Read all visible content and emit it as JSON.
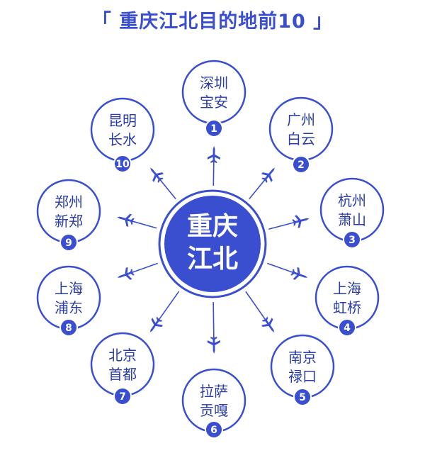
{
  "title": "「 重庆江北目的地前10 」",
  "center": {
    "line1": "重庆",
    "line2": "江北"
  },
  "colors": {
    "primary": "#3a4fd0",
    "node_text": "#2a3ca8",
    "plane": "#3a4fd0"
  },
  "destinations": [
    {
      "rank": "1",
      "line1": "深圳",
      "line2": "宝安"
    },
    {
      "rank": "2",
      "line1": "广州",
      "line2": "白云"
    },
    {
      "rank": "3",
      "line1": "杭州",
      "line2": "萧山"
    },
    {
      "rank": "4",
      "line1": "上海",
      "line2": "虹桥"
    },
    {
      "rank": "5",
      "line1": "南京",
      "line2": "禄口"
    },
    {
      "rank": "6",
      "line1": "拉萨",
      "line2": "贡嘎"
    },
    {
      "rank": "7",
      "line1": "北京",
      "line2": "首都"
    },
    {
      "rank": "8",
      "line1": "上海",
      "line2": "浦东"
    },
    {
      "rank": "9",
      "line1": "郑州",
      "line2": "新郑"
    },
    {
      "rank": "10",
      "line1": "昆明",
      "line2": "长水"
    }
  ],
  "icons": {
    "route": "airplane-icon"
  }
}
